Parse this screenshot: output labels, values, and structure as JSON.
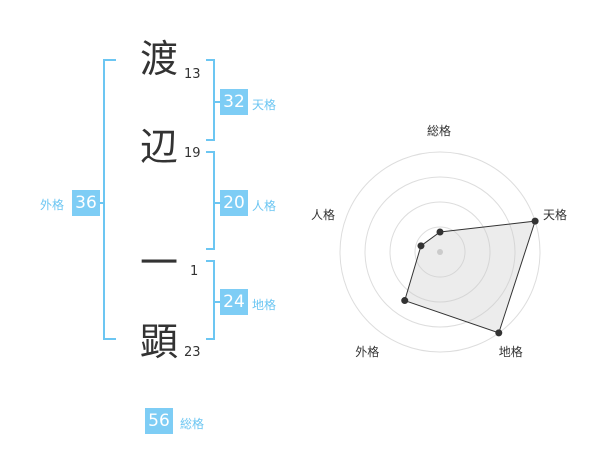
{
  "name": {
    "chars": [
      {
        "char": "渡",
        "strokes": "13"
      },
      {
        "char": "辺",
        "strokes": "19"
      },
      {
        "char": "一",
        "strokes": "1"
      },
      {
        "char": "顕",
        "strokes": "23"
      }
    ]
  },
  "kaku": {
    "tenkaku": {
      "value": "32",
      "label": "天格"
    },
    "jinkaku": {
      "value": "20",
      "label": "人格"
    },
    "chikaku": {
      "value": "24",
      "label": "地格"
    },
    "gaikaku": {
      "value": "36",
      "label": "外格"
    },
    "soukaku": {
      "value": "56",
      "label": "総格"
    }
  },
  "colors": {
    "accent": "#7ecdf5",
    "bracket": "#6cc6f2",
    "text": "#333333"
  },
  "chart_data": {
    "type": "radar",
    "axes": [
      "総格",
      "天格",
      "地格",
      "外格",
      "人格"
    ],
    "values": [
      1,
      5,
      5,
      3,
      1
    ],
    "rlim": [
      0,
      5
    ],
    "rings": 4
  }
}
